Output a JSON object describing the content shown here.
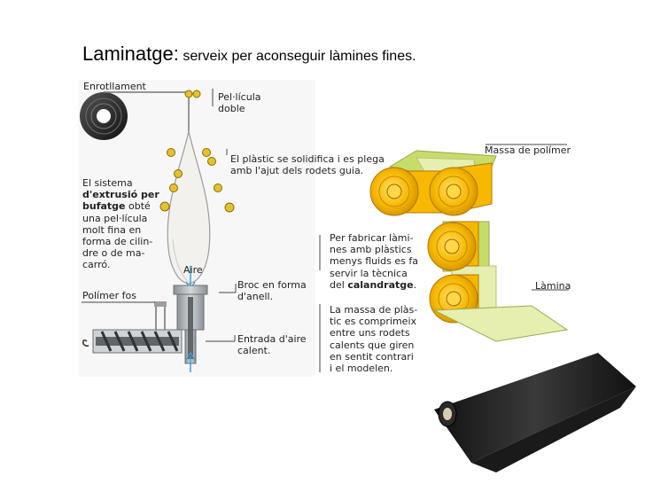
{
  "title": {
    "heading": "Laminatge:",
    "subtitle": "serveix per aconseguir làmines fines."
  },
  "labels": {
    "enrotllament": "Enrotllament",
    "pellicula_doble": [
      "Pel·lícula",
      "doble"
    ],
    "plastic_solidifica": [
      "El plàstic se solidifica i es plega",
      "amb l'ajut dels rodets guia."
    ],
    "sistema_extrusio": {
      "line1": "El sistema",
      "line2_bold": "d'extrusió per",
      "line3_bold": "bufatge",
      "line3_rest": " obté",
      "rest": [
        "una pel·lícula",
        "molt fina en",
        "forma de cilin-",
        "dre o de ma-",
        "carró."
      ]
    },
    "aire": "Aire",
    "polimer_fos": "Polímer fos",
    "broc_forma": [
      "Broc en forma",
      "d'anell."
    ],
    "entrada_aire": [
      "Entrada d'aire",
      "calent."
    ],
    "fabricar_lamines": {
      "lines": [
        "Per fabricar làmi-",
        "nes amb plàstics",
        "menys fluids es fa",
        "servir la tècnica"
      ],
      "last_prefix": "del ",
      "last_bold": "calandratge",
      "last_suffix": "."
    },
    "massa_plas": [
      "La massa de plàs-",
      "tic es comprimeix",
      "entre uns rodets",
      "calents que giren",
      "en sentit contrari",
      "i el modelen."
    ],
    "massa_polimer": "Massa de polímer",
    "lamina": "Làmina"
  },
  "colors": {
    "roller_yellow": "#f6b800",
    "roller_light": "#ffd84a",
    "film_green": "#c8dc6a",
    "film_light": "#e6eeb0",
    "bubble_fill": "#f3f2ef",
    "machine_grey": "#9aa0a4",
    "accent_blue": "#3aa0dc"
  }
}
